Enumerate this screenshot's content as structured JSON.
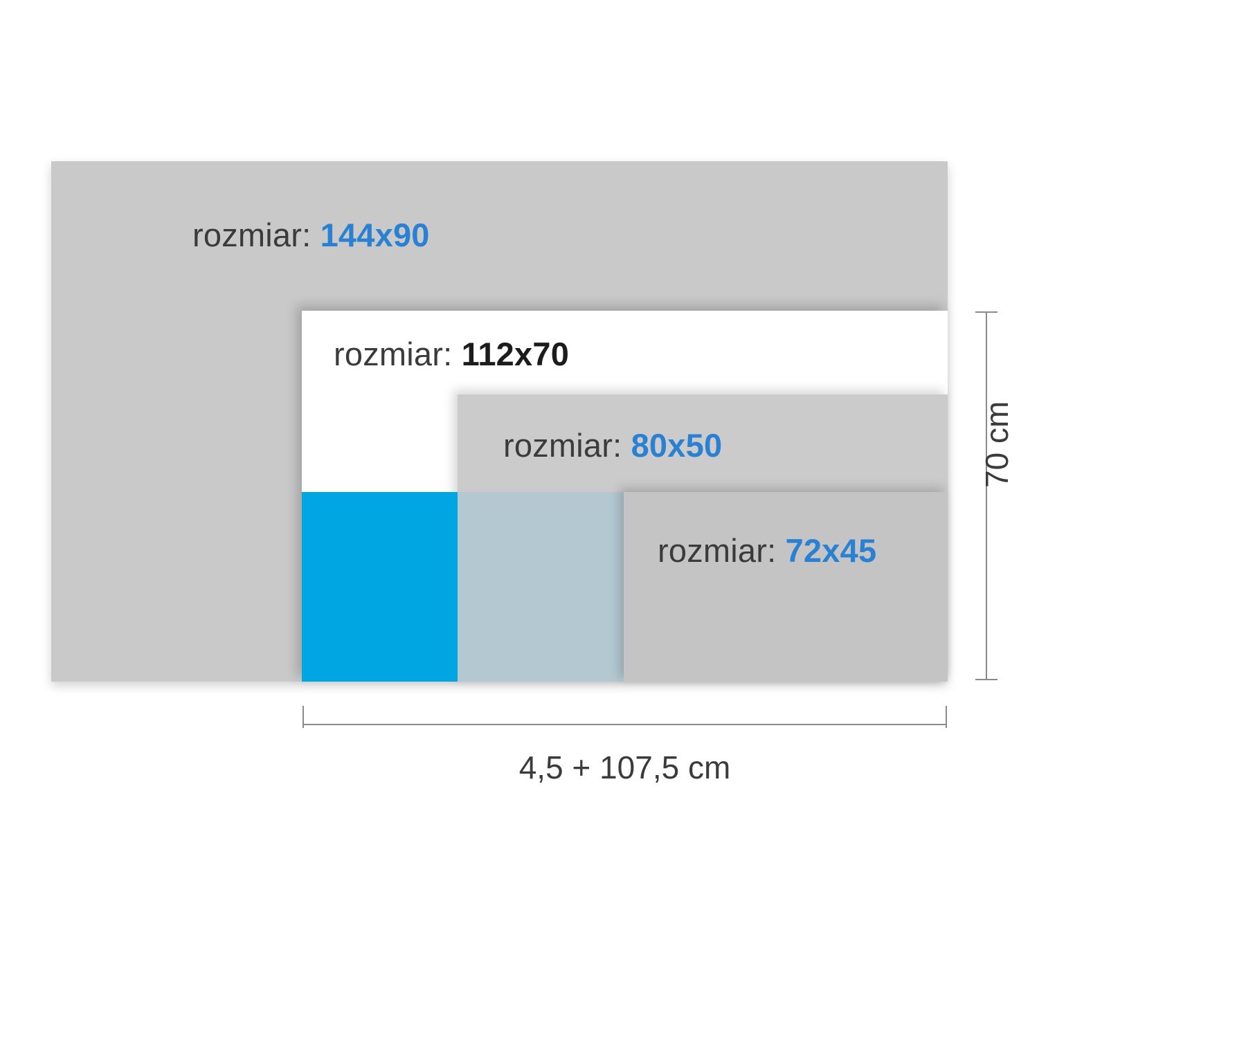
{
  "figure": {
    "title_text_prefix": "rozmiar:",
    "accent_blue": "#2a80d2",
    "bright_blue": "#00a6e2",
    "gray_panel": "#c9c9c9",
    "steel_overlap": "#b3c8d1",
    "text_dark": "#3b3b3b"
  },
  "panels": [
    {
      "id": "144x90",
      "prefix": "rozmiar: ",
      "value": "144x90",
      "value_color": "#2a80d2",
      "fill": "#c9c9c9"
    },
    {
      "id": "112x70",
      "prefix": "rozmiar: ",
      "value": "112x70",
      "value_color": "#1c1c1c",
      "fill": "#ffffff"
    },
    {
      "id": "80x50",
      "prefix": "rozmiar: ",
      "value": "80x50",
      "value_color": "#2a80d2",
      "fill": "#a0a0a0"
    },
    {
      "id": "72x45",
      "prefix": "rozmiar: ",
      "value": "72x45",
      "value_color": "#2a80d2",
      "fill": "#c4c4c4"
    }
  ],
  "dimensions": {
    "vertical_label": "70 cm",
    "horizontal_label": "4,5 + 107,5 cm"
  }
}
